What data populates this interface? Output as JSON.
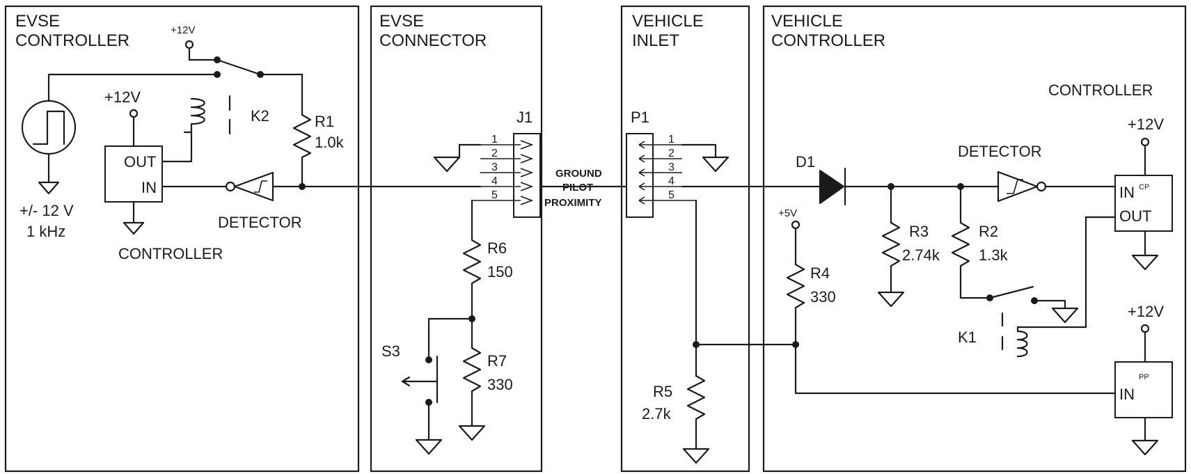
{
  "sections": {
    "evse_controller": [
      "EVSE",
      "CONTROLLER"
    ],
    "evse_connector": [
      "EVSE",
      "CONNECTOR"
    ],
    "vehicle_inlet": [
      "VEHICLE",
      "INLET"
    ],
    "vehicle_controller": [
      "VEHICLE",
      "CONTROLLER"
    ]
  },
  "evse": {
    "supply_small": "+12V",
    "supply_ctrl": "+12V",
    "relay": "K2",
    "resistor_name": "R1",
    "resistor_value": "1.0k",
    "osc_amplitude": "+/- 12 V",
    "osc_freq": "1 kHz",
    "ctrl_out": "OUT",
    "ctrl_in": "IN",
    "controller_label": "CONTROLLER",
    "detector_label": "DETECTOR"
  },
  "connector": {
    "jack": "J1",
    "r6_name": "R6",
    "r6_value": "150",
    "r7_name": "R7",
    "r7_value": "330",
    "switch": "S3",
    "pins": [
      "1",
      "2",
      "3",
      "4",
      "5"
    ]
  },
  "signals": [
    "GROUND",
    "PILOT",
    "PROXIMITY"
  ],
  "inlet": {
    "plug": "P1",
    "pins": [
      "1",
      "2",
      "3",
      "4",
      "5"
    ],
    "r5_name": "R5",
    "r5_value": "2.7k"
  },
  "vehicle": {
    "controller_label": "CONTROLLER",
    "supply_cp": "+12V",
    "supply_pp": "+12V",
    "supply_5v": "+5V",
    "diode": "D1",
    "detector_label": "DETECTOR",
    "r3_name": "R3",
    "r3_value": "2.74k",
    "r2_name": "R2",
    "r2_value": "1.3k",
    "r4_name": "R4",
    "r4_value": "330",
    "relay": "K1",
    "cp_in": "IN",
    "cp_sup": "CP",
    "cp_out": "OUT",
    "pp_in": "IN",
    "pp_sup": "PP"
  }
}
